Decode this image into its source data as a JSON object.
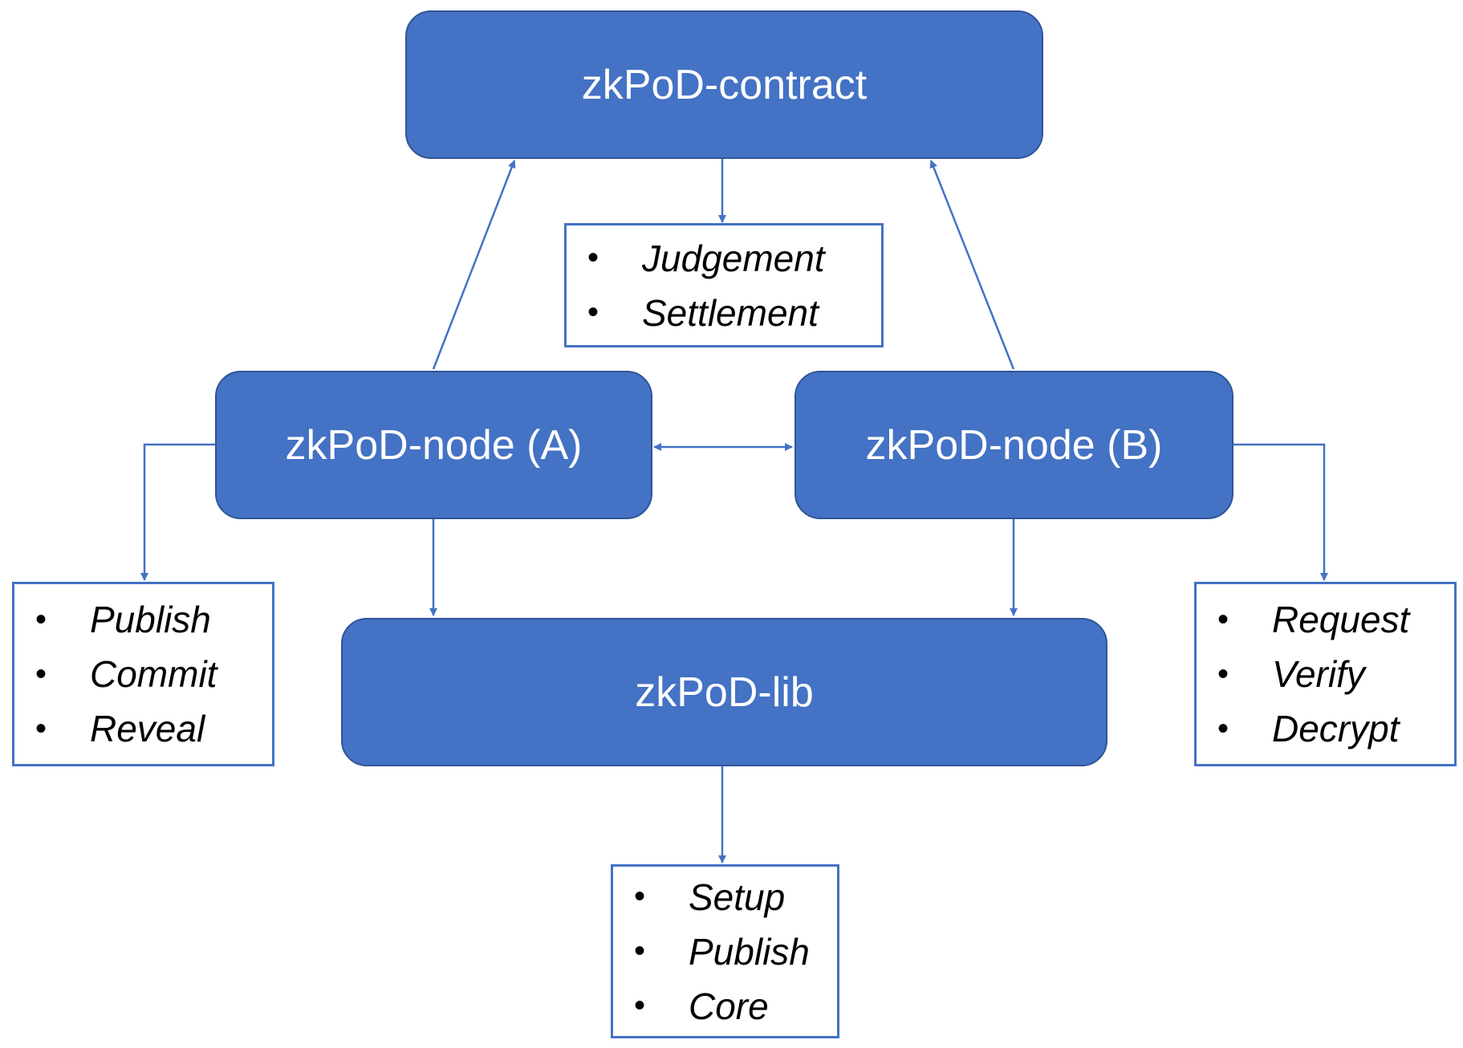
{
  "nodes": {
    "contract": "zkPoD-contract",
    "node_a": "zkPoD-node (A)",
    "node_b": "zkPoD-node (B)",
    "lib": "zkPoD-lib"
  },
  "lists": {
    "contract_functions": [
      "Judgement",
      "Settlement"
    ],
    "node_a_functions": [
      "Publish",
      "Commit",
      "Reveal"
    ],
    "node_b_functions": [
      "Request",
      "Verify",
      "Decrypt"
    ],
    "lib_functions": [
      "Setup",
      "Publish",
      "Core"
    ]
  },
  "colors": {
    "node_fill": "#4472c4",
    "node_border": "#2f5597",
    "connector": "#4472c4",
    "list_border": "#4472c4"
  }
}
